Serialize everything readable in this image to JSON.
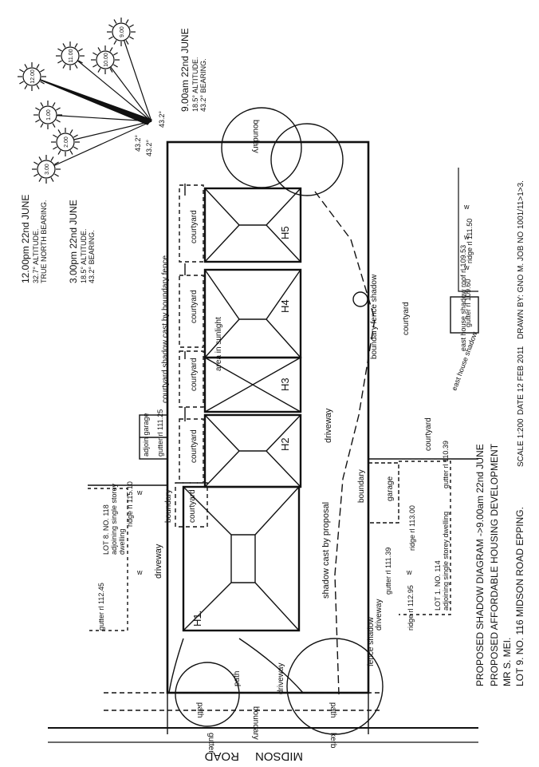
{
  "title_block": {
    "line1": "PROPOSED SHADOW DIAGRAM ->9.00am  22nd JUNE",
    "line2": "PROPOSED AFFORDABLE HOUSING DEVELOPMENT",
    "line3": "MR S. MEI.",
    "line4": "LOT 9. NO. 116 MIDSON ROAD EPPING.",
    "scale": "SCALE 1:200",
    "date": "DATE 12 FEB 2011",
    "drawn": "DRAWN BY: GNO M. JOB NO 1001/11>1>3."
  },
  "sun_notes": {
    "noon_title": "12.00pm  22nd JUNE",
    "noon_l1": "32.7° ALTITUDE.",
    "noon_l2": "TRUE NORTH BEARING.",
    "three_title": "3.00pm  22nd JUNE",
    "three_l1": "18.5° ALTITUDE.",
    "three_l2": "43.2° BEARING.",
    "nine_title": "9.00am  22nd JUNE",
    "nine_l1": "18.5° ALTITUDE.",
    "nine_l2": "43.2° BEARING."
  },
  "sun_positions": [
    "12.00",
    "11.00",
    "10.00",
    "9.00",
    "1.00",
    "2.00",
    "3.00"
  ],
  "compass_labels": [
    "43.2°",
    "43.2°",
    "43.2°"
  ],
  "units": {
    "h1": "H1.",
    "h2": "H2",
    "h3": "H3",
    "h4": "H4",
    "h5": "H5"
  },
  "labels": {
    "courtyard": "courtyard",
    "area_in_sunlight": "area in sunlight",
    "courtyard_shadow": "courtyard shadow cast by boundary fence",
    "driveway": "driveway",
    "boundary": "boundary",
    "boundary_fence_shadow": "boundary fence shadow",
    "fence_shadow": "fence shadow",
    "shadow_by_proposal": "shadow cast by proposal",
    "garage": "garage",
    "adjoin_garage": "adjoin garage",
    "gutter_adj_garage": "gutter rl 111.25",
    "path": "path",
    "kerb": "kerb",
    "gutter": "gutter",
    "road_name": "MIDSON",
    "road_word": "ROAD",
    "east_house_shadow": "east house shadow",
    "east_house_shadow_roof": "east house shadow roof rl 109.53",
    "gutter_rl_109": "gutter rl 109.60",
    "ridge_rl_111": "ridge rl 111.50",
    "gutter_rl_110": "gutter rl 110.39",
    "ridge_rl_113": "ridge rl 113.00",
    "gutter_rl_111_39": "gutter rl 111.39",
    "ridge_rl_112_95": "ridge rl 112.95",
    "lot1_title": "LOT 1. NO. 114",
    "lot1_desc": "adjoining single storey dwelling",
    "lot8_title": "LOT 8. NO. 118",
    "lot8_desc1": "adjoining single storey",
    "lot8_desc2": "dwelling",
    "ridge_rl_115": "ridge rl 115.10",
    "gutter_rl_112": "gutter rl 112.45",
    "w": "w"
  }
}
